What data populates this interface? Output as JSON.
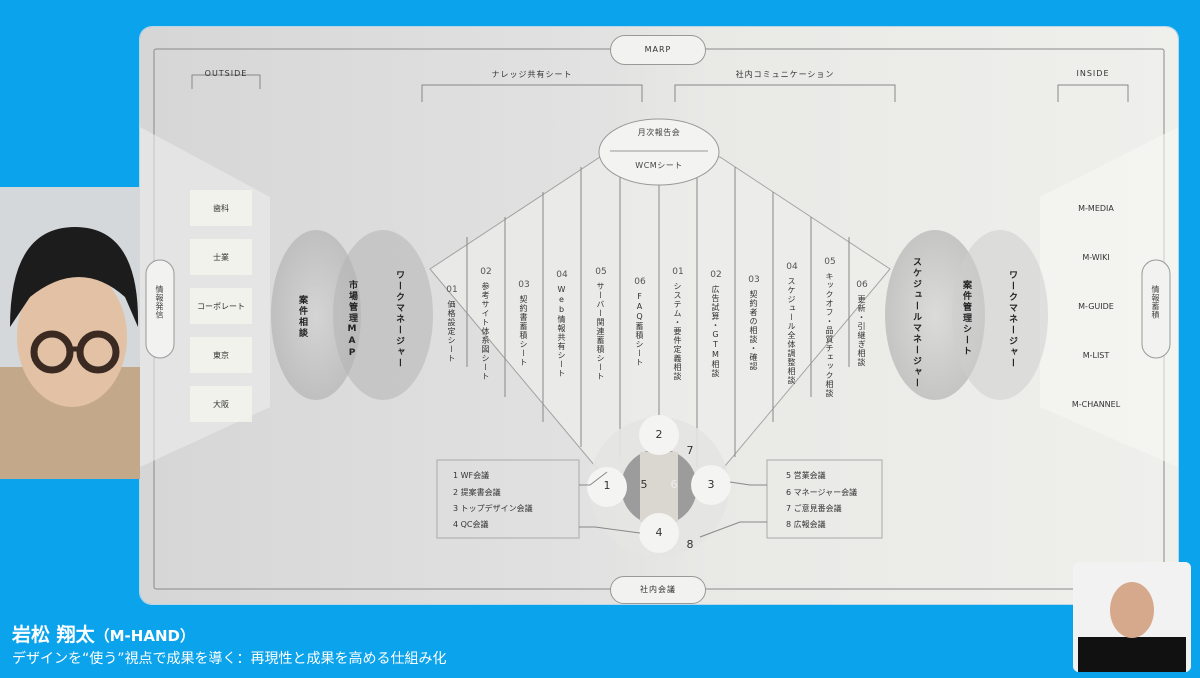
{
  "slide": {
    "top_center": "MARP",
    "bottom_center": "社内会議",
    "left_side": "情報発信",
    "right_side": "情報蓄積",
    "outside": "OUTSIDE",
    "inside": "INSIDE",
    "knowledge_sheet": "ナレッジ共有シート",
    "internal_comm": "社内コミュニケーション",
    "monthly_report": "月次報告会",
    "wcm_sheet": "WCMシート",
    "left_chips": [
      "歯科",
      "士業",
      "コーポレート",
      "東京",
      "大阪"
    ],
    "right_chips": [
      "M-MEDIA",
      "M-WIKI",
      "M-GUIDE",
      "M-LIST",
      "M-CHANNEL"
    ],
    "left_ring_a": "案件相談",
    "left_ring_b": "市場管理MAP",
    "left_ring_c": "ワークマネージャー",
    "right_ring_a": "スケジュールマネージャー",
    "right_ring_b": "案件管理シート",
    "right_ring_c": "ワークマネージャー",
    "left_columns": [
      {
        "num": "01",
        "text": "価格設定シート"
      },
      {
        "num": "02",
        "text": "参考サイト体系図シート"
      },
      {
        "num": "03",
        "text": "契約書蓄積シート"
      },
      {
        "num": "04",
        "text": "Web情報共有シート"
      },
      {
        "num": "05",
        "text": "サーバー関連蓄積シート"
      },
      {
        "num": "06",
        "text": "FAQ蓄積シート"
      }
    ],
    "right_columns": [
      {
        "num": "01",
        "text": "システム・要件定義相談"
      },
      {
        "num": "02",
        "text": "広告試算・GTM相談"
      },
      {
        "num": "03",
        "text": "契約者の相談・確認"
      },
      {
        "num": "04",
        "text": "スケジュール全体調整相談"
      },
      {
        "num": "05",
        "text": "キックオフ・品質チェック相談"
      },
      {
        "num": "06",
        "text": "更新・引継ぎ相談"
      }
    ],
    "left_meetings": [
      "1 WF会議",
      "2 提案書会議",
      "3 トップデザイン会議",
      "4 QC会議"
    ],
    "right_meetings": [
      "5 営業会議",
      "6 マネージャー会議",
      "7 ご意見番会議",
      "8 広報会議"
    ],
    "circle_numbers": [
      "1",
      "2",
      "3",
      "4",
      "5",
      "6",
      "7",
      "8"
    ]
  },
  "speaker": {
    "name": "岩松 翔太",
    "org": "（M-HAND）",
    "title": "デザインを“使う”視点で成果を導く：再現性と成果を高める仕組み化"
  }
}
